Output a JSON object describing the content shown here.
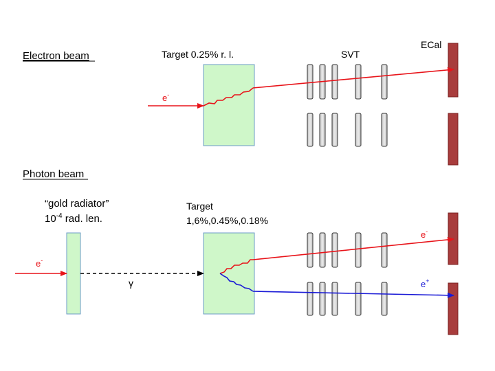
{
  "electron_section": {
    "heading": "Electron beam",
    "target_label": "Target 0.25% r. l.",
    "svt_label": "SVT",
    "ecal_label": "ECal",
    "beam_particle": "e",
    "beam_charge": "-"
  },
  "photon_section": {
    "heading": "Photon beam",
    "radiator_label_line1": "“gold radiator”",
    "radiator_label_line2_base": "10",
    "radiator_label_line2_exp": "-4",
    "radiator_label_line2_rest": " rad. len.",
    "target_label_line1": "Target",
    "target_label_line2": "1,6%,0.45%,0.18%",
    "incoming_particle": "e",
    "incoming_charge": "-",
    "photon_label": "γ",
    "electron_out_particle": "e",
    "electron_out_charge": "-",
    "positron_out_particle": "e",
    "positron_out_charge": "+"
  },
  "colors": {
    "electron_track": "#e8141a",
    "positron_track": "#1a1ad6",
    "photon_track": "#000000",
    "target_fill": "#cff7c9",
    "target_stroke": "#6b9bc7",
    "svt_fill": "#d9d9d9",
    "ecal_fill": "#a83c3c"
  }
}
